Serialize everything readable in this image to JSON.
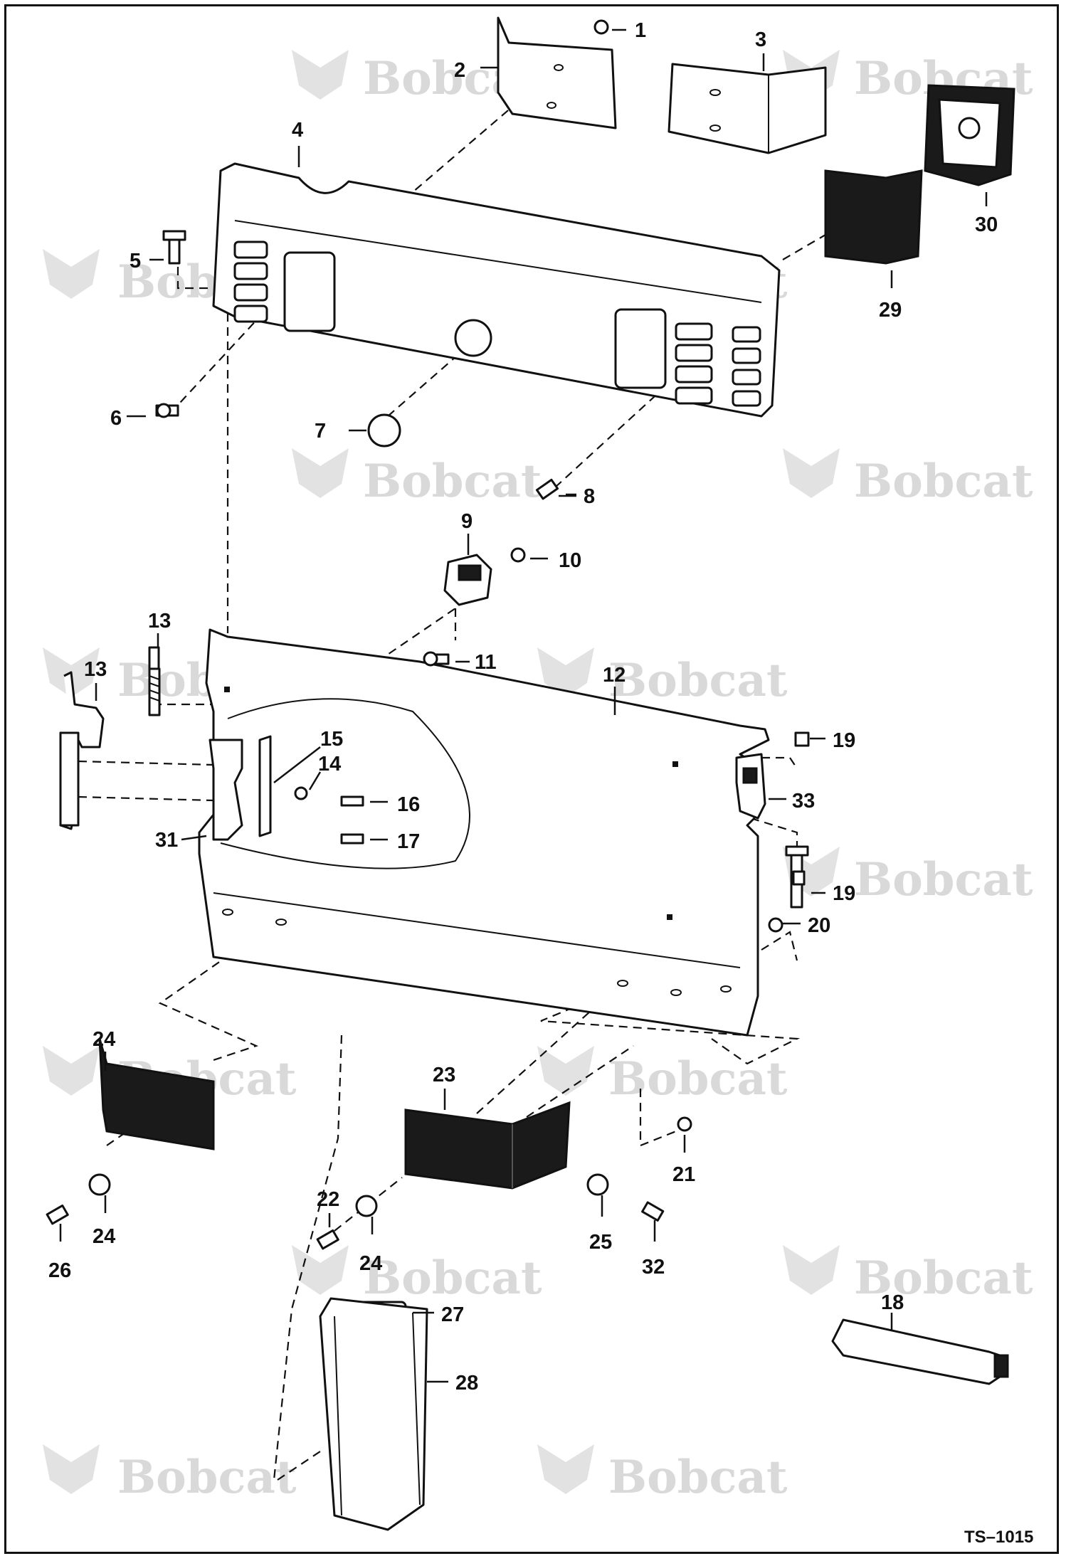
{
  "watermark": {
    "text": "Bobcat",
    "color": "#d9d9d9"
  },
  "drawing_number": "TS–1015",
  "callouts": [
    {
      "id": "1"
    },
    {
      "id": "2"
    },
    {
      "id": "3"
    },
    {
      "id": "4"
    },
    {
      "id": "5"
    },
    {
      "id": "6"
    },
    {
      "id": "7"
    },
    {
      "id": "8"
    },
    {
      "id": "9"
    },
    {
      "id": "10"
    },
    {
      "id": "11"
    },
    {
      "id": "12"
    },
    {
      "id": "13"
    },
    {
      "id": "13"
    },
    {
      "id": "14"
    },
    {
      "id": "15"
    },
    {
      "id": "16"
    },
    {
      "id": "17"
    },
    {
      "id": "18"
    },
    {
      "id": "19"
    },
    {
      "id": "19"
    },
    {
      "id": "20"
    },
    {
      "id": "21"
    },
    {
      "id": "22"
    },
    {
      "id": "23"
    },
    {
      "id": "24"
    },
    {
      "id": "24"
    },
    {
      "id": "24"
    },
    {
      "id": "25"
    },
    {
      "id": "26"
    },
    {
      "id": "27"
    },
    {
      "id": "28"
    },
    {
      "id": "29"
    },
    {
      "id": "30"
    },
    {
      "id": "31"
    },
    {
      "id": "32"
    },
    {
      "id": "33"
    }
  ]
}
